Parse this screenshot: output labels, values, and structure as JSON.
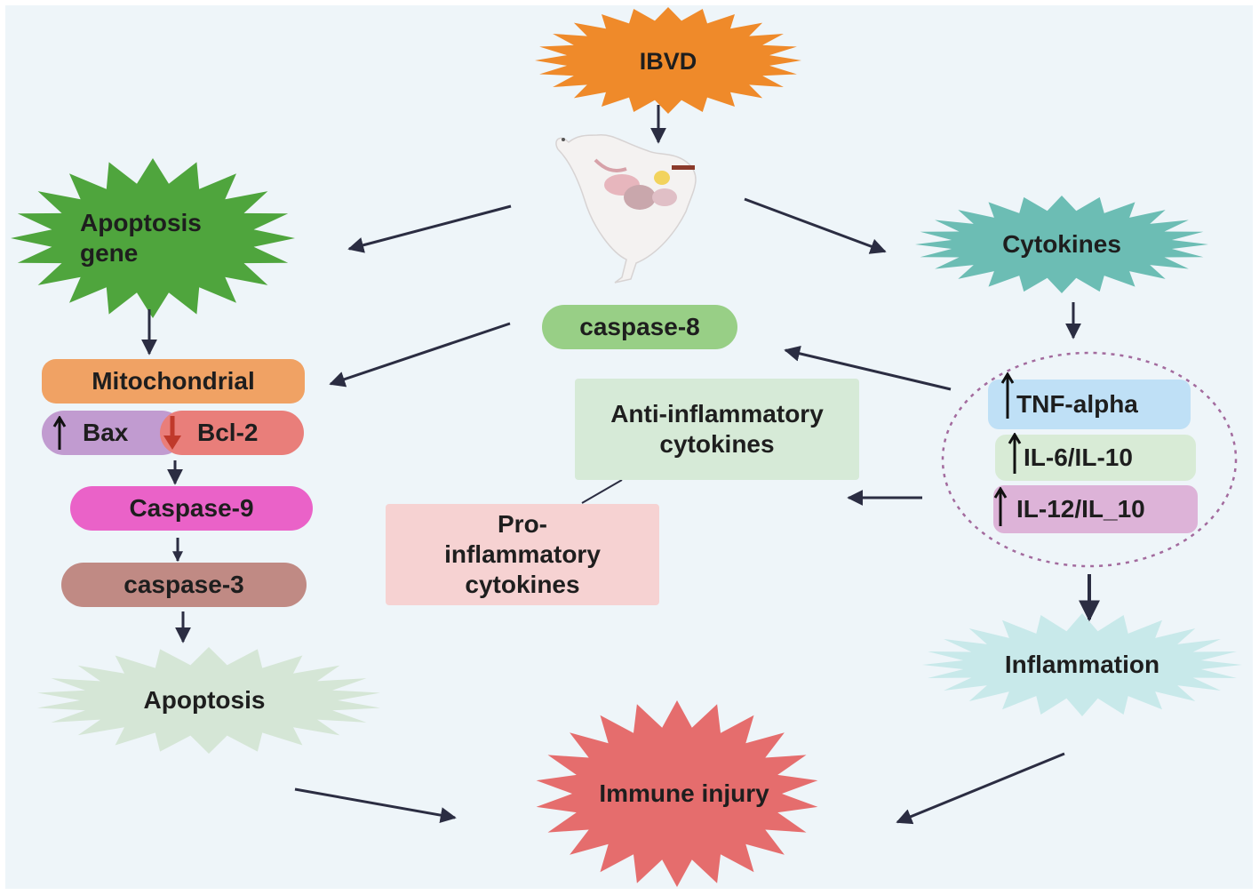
{
  "nodes": {
    "ibvd": "IBVD",
    "apoptosis_gene": "Apoptosis gene",
    "cytokines": "Cytokines",
    "caspase8": "caspase-8",
    "mitochondrial": "Mitochondrial",
    "bax": "Bax",
    "bcl2": "Bcl-2",
    "caspase9": "Caspase-9",
    "caspase3": "caspase-3",
    "apoptosis": "Apoptosis",
    "anti_inflammatory": "Anti-inflammatory cytokines",
    "pro_inflammatory": "Pro-inflammatory cytokines",
    "tnf_alpha": "TNF-alpha",
    "il6_il10": "IL-6/IL-10",
    "il12_il10": "IL-12/IL_10",
    "inflammation": "Inflammation",
    "immune_injury": "Immune injury"
  },
  "colors": {
    "ibvd": "#ef8a2a",
    "apoptosis_gene": "#4fa53d",
    "cytokines": "#6cbdb4",
    "caspase8": "#98cf86",
    "mitochondrial": "#f0a264",
    "bax": "#c19bd0",
    "bcl2": "#e97e7a",
    "caspase9": "#ea62c8",
    "caspase3": "#c08a84",
    "apoptosis": "#d5e6d6",
    "anti_inflammatory": "#d6ead7",
    "pro_inflammatory": "#f6d2d2",
    "tnf_alpha": "#bfe0f6",
    "il6_il10": "#d8ebd6",
    "il12_il10": "#ddb3d8",
    "inflammation": "#c8e9ea",
    "immune_injury": "#e56d6d",
    "bcl2_down_arrow": "#c0392b",
    "dotted_circle": "#a36b9e"
  },
  "icons": [
    "chicken-anatomy-icon",
    "up-arrow-icon",
    "down-arrow-icon"
  ]
}
